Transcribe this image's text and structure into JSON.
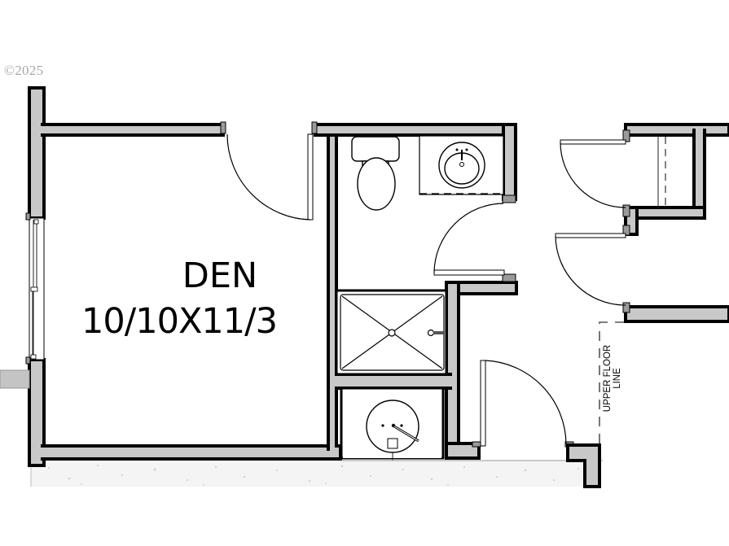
{
  "watermark": {
    "copyright": "©2025"
  },
  "rooms": [
    {
      "id": "den",
      "name": "DEN",
      "dimensions": "10/10X11/3"
    },
    {
      "id": "bath",
      "name": "",
      "dimensions": ""
    },
    {
      "id": "utility",
      "name": "",
      "dimensions": ""
    }
  ],
  "annotations": {
    "upper_floor_line_1": "UPPER FLOOR",
    "upper_floor_line_2": "LINE"
  },
  "colors": {
    "wall_fill": "#c8c8c8",
    "wall_outline": "#000000",
    "background": "#ffffff",
    "copyright_text": "#a8a8a8"
  },
  "fixtures": [
    "toilet",
    "sink-vanity",
    "shower",
    "water-heater"
  ],
  "doors": [
    "den-door",
    "bath-door",
    "utility-door",
    "closet-door-1",
    "closet-door-2"
  ],
  "windows": [
    "den-window"
  ]
}
